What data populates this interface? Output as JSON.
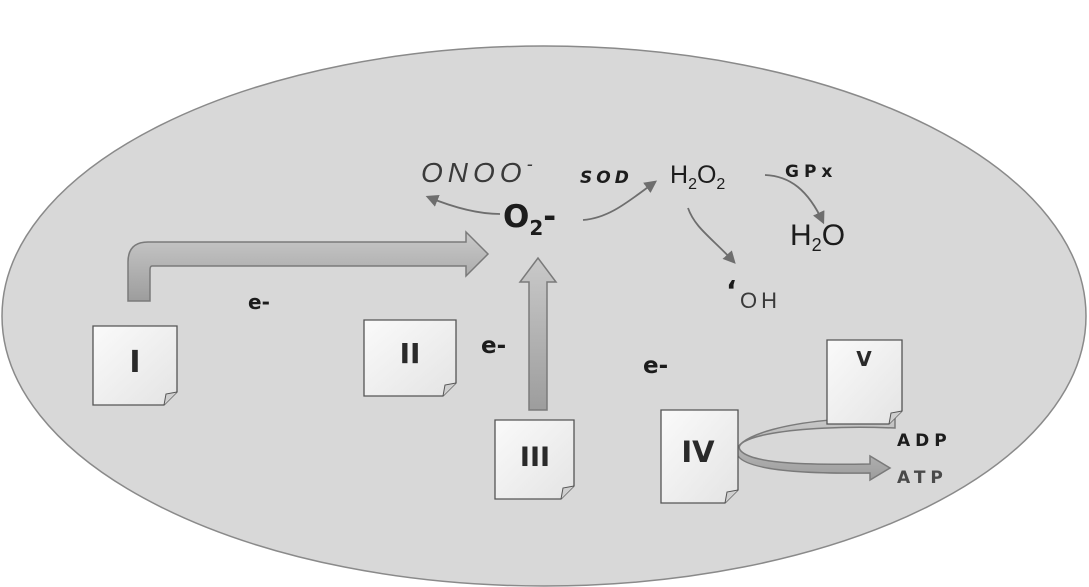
{
  "complexes": {
    "c1": "I",
    "c2": "II",
    "c3": "III",
    "c4": "IV",
    "c5": "V"
  },
  "electrons": {
    "e1": "e-",
    "e2": "e-",
    "e3": "e-"
  },
  "species": {
    "onoo": "ONOO",
    "onoo_charge": "-",
    "sod": "SOD",
    "superoxide_main": "O",
    "superoxide_sub": "2",
    "superoxide_charge": "-",
    "h2o2_h": "H",
    "h2o2_sub1": "2",
    "h2o2_o": "O",
    "h2o2_sub2": "2",
    "gpx": "GPx",
    "water_h": "H",
    "water_sub": "2",
    "water_o": "O",
    "hydroxyl_dot": "‘",
    "hydroxyl": "OH"
  },
  "atp_synthesis": {
    "adp": "ADP",
    "atp": "ATP"
  }
}
